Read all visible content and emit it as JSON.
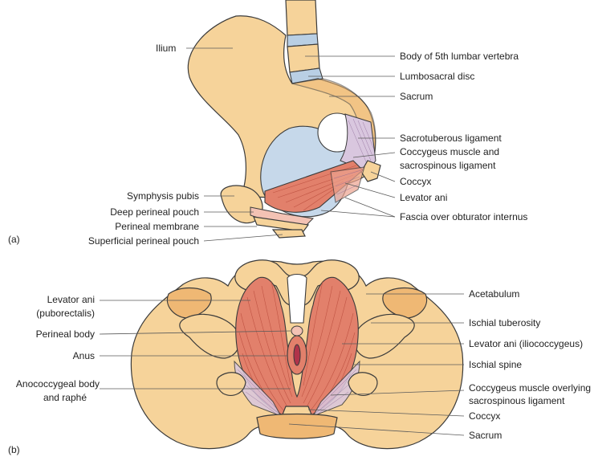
{
  "panel_a": {
    "tag": "(a)",
    "labels": {
      "ilium": "Ilium",
      "body_l5": "Body of 5th lumbar vertebra",
      "lumbosacral_disc": "Lumbosacral disc",
      "sacrum": "Sacrum",
      "sacrotuberous": "Sacrotuberous ligament",
      "coccygeus_1": "Coccygeus muscle and",
      "coccygeus_2": "sacrospinous ligament",
      "coccyx": "Coccyx",
      "levator_ani": "Levator ani",
      "fascia": "Fascia over obturator internus",
      "symphysis": "Symphysis pubis",
      "deep_pouch": "Deep perineal pouch",
      "perineal_membrane": "Perineal membrane",
      "superficial_pouch": "Superficial perineal pouch"
    }
  },
  "panel_b": {
    "tag": "(b)",
    "labels": {
      "levator_pubo_1": "Levator ani",
      "levator_pubo_2": "(puborectalis)",
      "perineal_body": "Perineal body",
      "anus": "Anus",
      "anococcygeal_1": "Anococcygeal body",
      "anococcygeal_2": "and raphé",
      "acetabulum": "Acetabulum",
      "ischial_tuberosity": "Ischial tuberosity",
      "levator_ilio": "Levator ani (iliococcygeus)",
      "ischial_spine": "Ischial spine",
      "coccygeus_b_1": "Coccygeus muscle overlying",
      "coccygeus_b_2": "sacrospinous ligament",
      "coccyx": "Coccyx",
      "sacrum": "Sacrum"
    }
  }
}
